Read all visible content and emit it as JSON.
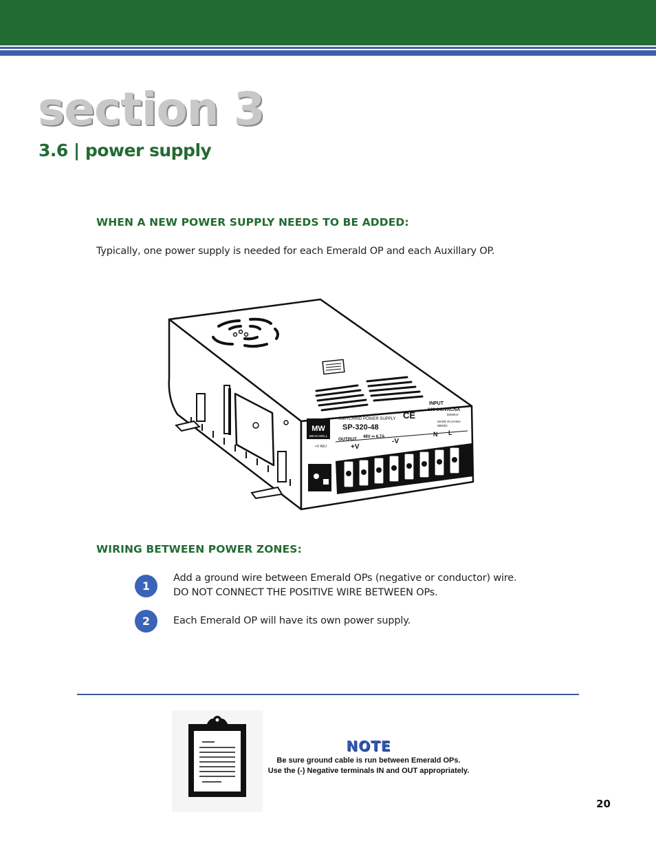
{
  "header": {
    "band_color": "#226b33",
    "stripe_color": "#3f5fad"
  },
  "section": {
    "title": "section 3",
    "subtitle": "3.6 | power supply"
  },
  "new_supply": {
    "heading": "WHEN A NEW POWER SUPPLY NEEDS TO BE ADDED:",
    "text": "Typically, one power supply is needed for each Emerald OP and each Auxillary OP."
  },
  "illustration": {
    "brand": "MW",
    "brand_sub": "MEAN WELL",
    "product_line": "SWITCHING POWER SUPPLY",
    "model": "SP-320-48",
    "output_label": "OUTPUT",
    "output_value": "48V ⎓ 6.7A",
    "input_label": "INPUT",
    "input_value": "100-240VAC/5A",
    "input_freq": "50/60Hz",
    "made_in": "MADE IN CHINA",
    "code": "5BW02",
    "plus_v": "+V",
    "minus_v": "-V",
    "n_label": "N",
    "l_label": "L",
    "v_adj": "+V ADJ",
    "ce_mark": "CE"
  },
  "wiring": {
    "heading": "WIRING BETWEEN POWER ZONES:",
    "steps": [
      {
        "number": "1",
        "line1": "Add a ground wire between Emerald OPs (negative or conductor) wire.",
        "line2": "DO NOT CONNECT THE POSITIVE WIRE BETWEEN OPs."
      },
      {
        "number": "2",
        "line1": "Each Emerald OP will have its own power supply."
      }
    ]
  },
  "note": {
    "title": "NOTE",
    "line1": "Be sure ground cable is run between Emerald OPs.",
    "line2": "Use the (-) Negative terminals IN and OUT appropriately."
  },
  "page_number": "20"
}
